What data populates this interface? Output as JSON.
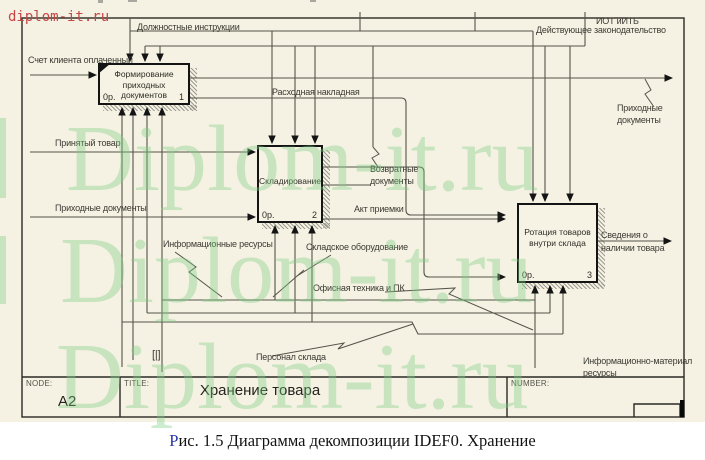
{
  "page": {
    "background": "#f5f2e3",
    "caption_first": "Р",
    "caption_rest": "ис.  1.5  Диаграмма декомпозиции IDEF0. Хранение"
  },
  "watermarks": {
    "small_red_text": "diplom-it.ru",
    "small_red_color": "#c64545",
    "large_text": "Diplom-it.ru",
    "large_green_color": "rgba(124,205,132,0.38)"
  },
  "title_block": {
    "node_label": "NODE:",
    "node_value": "A2",
    "title_label": "TITLE:",
    "title_value": "Хранение товара",
    "number_label": "NUMBER:"
  },
  "boxes": [
    {
      "title": "Формирование приходных документов",
      "cost": "0р.",
      "num": "1"
    },
    {
      "title": "Складирование",
      "cost": "0р.",
      "num": "2"
    },
    {
      "title": "Ротация товаров внутри склада",
      "cost": "0р.",
      "num": "3"
    }
  ],
  "labels": {
    "job_instructions": "Должностные инструкции",
    "legislation": "Действующее законодательство",
    "iot": "ИОТ иИТБ",
    "client_invoice": "Счет клиента оплаченный",
    "accepted_goods": "Принятый товар",
    "incoming_docs_left": "Приходные документы",
    "expense_invoice": "Расходная накладная",
    "incoming_docs_right_1": "Приходные",
    "incoming_docs_right_2": "документы",
    "return_docs_1": "Возвратные",
    "return_docs_2": "документы",
    "acceptance_act": "Акт приемки",
    "availability_1": "Сведения о",
    "availability_2": "наличии товара",
    "info_resources": "Информационные ресурсы",
    "warehouse_equipment": "Складское оборудование",
    "office_equipment": "Офисная техника и ПК",
    "warehouse_staff": "Персонал склада",
    "info_material_1": "Информационно-материал",
    "info_material_2": "ресурсы",
    "bracket": "[|]"
  }
}
